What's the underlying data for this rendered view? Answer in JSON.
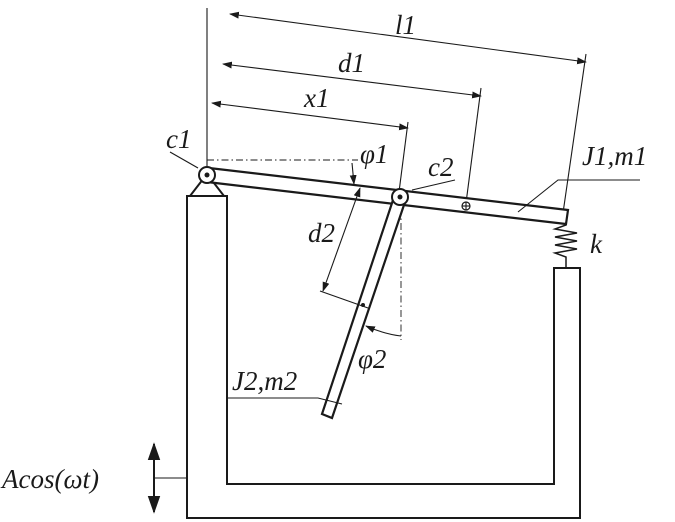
{
  "labels": {
    "l1": "l1",
    "d1": "d1",
    "x1": "x1",
    "c1": "c1",
    "c2": "c2",
    "phi1": "φ1",
    "phi2": "φ2",
    "d2": "d2",
    "J1m1": "J1,m1",
    "J2m2": "J2,m2",
    "k": "k",
    "excitation": "Acos(ωt)"
  },
  "colors": {
    "ink": "#1a1a1a",
    "background": "#ffffff"
  }
}
